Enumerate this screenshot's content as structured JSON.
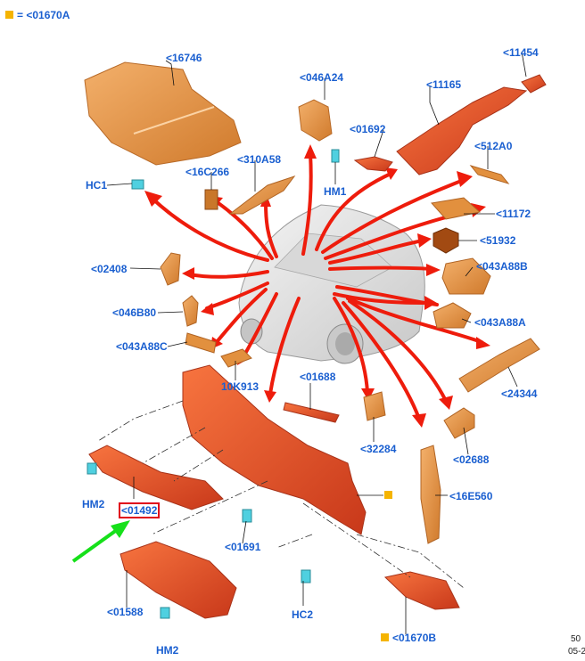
{
  "legend": {
    "text": "= <01670A",
    "marker_color": "#f5b400"
  },
  "labels": {
    "p16746": "<16746",
    "p046A24": "<046A24",
    "p11454": "<11454",
    "p11165": "<11165",
    "p01692": "<01692",
    "p512A0": "<512A0",
    "hc1": "HC1",
    "p16C266": "<16C266",
    "p310A58": "<310A58",
    "hm1": "HM1",
    "p11172": "<11172",
    "p51932": "<51932",
    "p02408": "<02408",
    "p043A88B": "<043A88B",
    "p046B80": "<046B80",
    "p043A88A": "<043A88A",
    "p043A88C": "<043A88C",
    "p24344": "<24344",
    "p10K913": "10K913",
    "p01688": "<01688",
    "p32284": "<32284",
    "p02688": "<02688",
    "hm2_top": "HM2",
    "p01492": "<01492",
    "p16E560": "<16E560",
    "p01691": "<01691",
    "p01588": "<01588",
    "hc2": "HC2",
    "p01670B": "<01670B",
    "hm2_bottom": "HM2"
  },
  "corner_text": {
    "line1": "50",
    "line2": "05-2"
  },
  "colors": {
    "label": "#1a5fd0",
    "part_orange": "#e2903e",
    "part_red": "#e5542a",
    "arrow_red": "#ee1c0c",
    "arrow_green": "#16e01a",
    "clip_cyan": "#4fd0e0",
    "highlight_box": "#e0001a"
  }
}
